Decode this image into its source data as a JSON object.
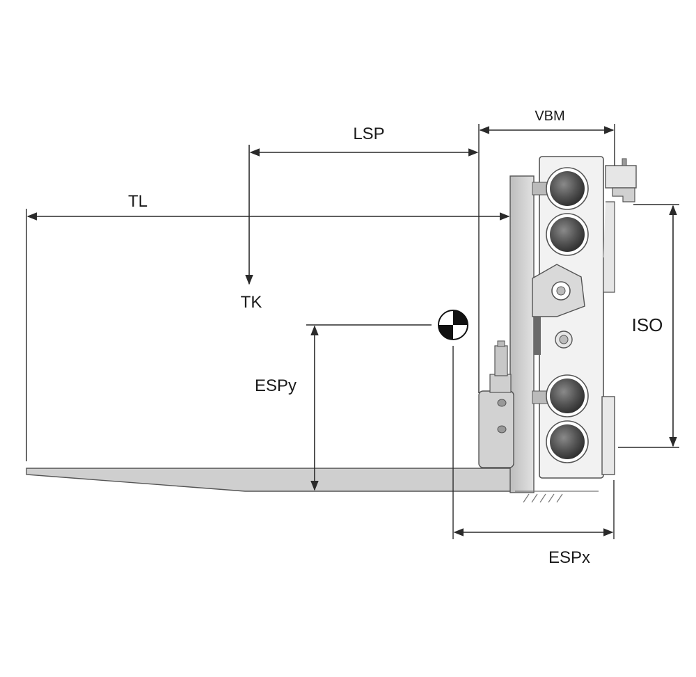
{
  "labels": {
    "vbm": "VBM",
    "lsp": "LSP",
    "tl": "TL",
    "tk": "TK",
    "iso": "ISO",
    "espy": "ESPy",
    "espx": "ESPx"
  },
  "colors": {
    "line": "#2a2a2a",
    "fork_fill": "#cfcfcf",
    "plate_fill": "#d6d6d6",
    "carriage_fill": "#f2f2f2",
    "roller_dark": "#3c3c3c",
    "roller_mid": "#6a6a6a"
  },
  "icons": {
    "center_of_gravity": "center-of-gravity-icon"
  }
}
